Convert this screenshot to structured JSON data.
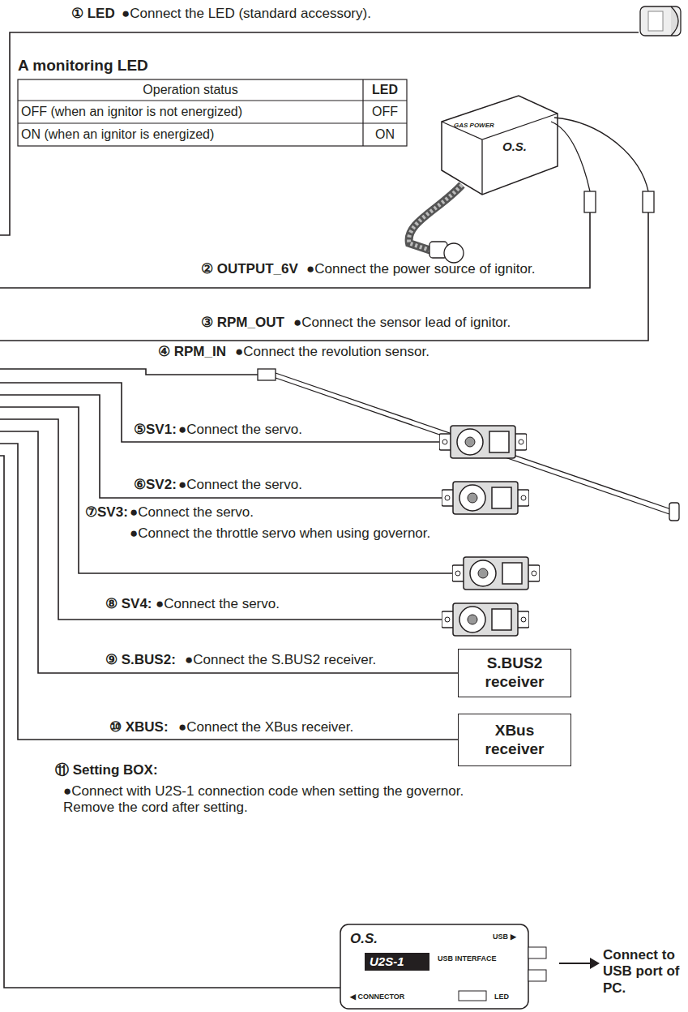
{
  "diagram": {
    "nodes": [
      {
        "text": [
          "S.BUS2 receiver"
        ]
      },
      {
        "text": [
          "XBus receiver"
        ]
      }
    ],
    "labels": [
      "① LED",
      "●Connect the LED (standard accessory).",
      "A monitoring LED",
      "Operation status",
      "LED",
      "OFF (when an ignitor is not energized)",
      "OFF",
      "ON (when an ignitor is energized)",
      "ON",
      "GAS POWER",
      "O.S.",
      "② OUTPUT_6V",
      "●Connect the power source of ignitor.",
      "③ RPM_OUT",
      "●Connect the sensor lead of ignitor.",
      "④ RPM_IN",
      "●Connect the revolution sensor.",
      "⑤SV1:",
      "●Connect the servo.",
      "⑥SV2:",
      "●Connect the servo.",
      "⑦SV3:",
      "●Connect the servo.",
      "●Connect the throttle servo when using governor.",
      "⑧ SV4:",
      "●Connect the servo.",
      "⑨ S.BUS2:",
      "●Connect the S.BUS2 receiver.",
      "⑩ XBUS:",
      "●Connect the XBus receiver.",
      "⑪ Setting BOX:",
      "●Connect with U2S-1 connection code when setting the governor. Remove the cord after setting.",
      "O.S.",
      "U2S-1",
      "USB ▶",
      "USB INTERFACE",
      "LED",
      "◀ CONNECTOR",
      "Connect to USB port of PC."
    ]
  }
}
